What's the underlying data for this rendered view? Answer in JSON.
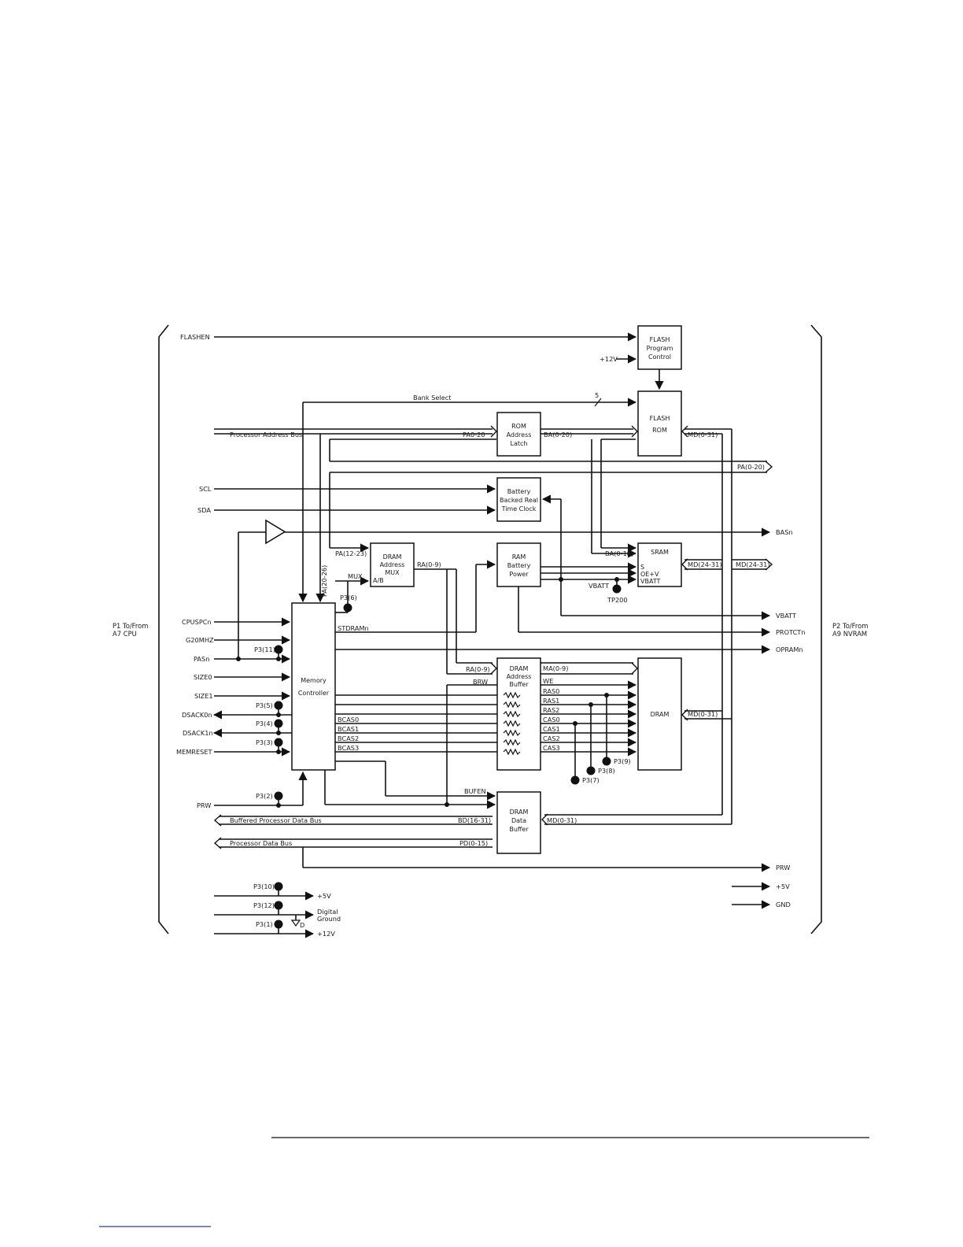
{
  "blocks": {
    "flash_program_control": [
      "FLASH",
      "Program",
      "Control"
    ],
    "flash_rom": [
      "FLASH",
      "ROM"
    ],
    "rom_address_latch": [
      "ROM",
      "Address",
      "Latch"
    ],
    "battery_backed_rtc": [
      "Battery",
      "Backed Real",
      "Time Clock"
    ],
    "dram_address_mux": [
      "DRAM",
      "Address",
      "MUX"
    ],
    "ram_battery_power": [
      "RAM",
      "Battery",
      "Power"
    ],
    "sram": [
      "SRAM"
    ],
    "sram_pins": [
      "S",
      "OE+V",
      "VBATT"
    ],
    "memory_controller": [
      "Memory",
      "Controller"
    ],
    "dram_address_buffer": [
      "DRAM",
      "Address",
      "Buffer"
    ],
    "dram": [
      "DRAM"
    ],
    "dram_data_buffer": [
      "DRAM",
      "Data",
      "Buffer"
    ]
  },
  "connectors": {
    "p1": [
      "P1 To/From",
      "A7 CPU"
    ],
    "p2": [
      "P2 To/From",
      "A9 NVRAM"
    ]
  },
  "left_signals": {
    "flashen": "FLASHEN",
    "scl": "SCL",
    "sda": "SDA",
    "cpuspcn": "CPUSPCn",
    "g20mhz": "G20MHZ",
    "pasn": "PASn",
    "size0": "SIZE0",
    "size1": "SIZE1",
    "dsack0n": "DSACK0n",
    "dsack1n": "DSACK1n",
    "memreset": "MEMRESET",
    "prw": "PRW"
  },
  "right_signals": {
    "pa_out": "PA(0-20)",
    "basn": "BASn",
    "md_out": "MD(24-31)",
    "vbatt": "VBATT",
    "protctn": "PROTCTn",
    "opramn": "OPRAMn",
    "prw": "PRW",
    "p5v": "+5V",
    "gnd": "GND"
  },
  "bus_labels": {
    "bank_select": "Bank Select",
    "bank_width": "5",
    "processor_address_bus": "Processor Address Bus",
    "pa0_20": "PA0-20",
    "ba0_20": "BA(0-20)",
    "md0_31_flash": "MD(0-31)",
    "pa12_23": "PA(12-23)",
    "ra0_9_mux": "RA(0-9)",
    "mux": "MUX",
    "ab": "A/B",
    "pa20_26": "PA(20-26)",
    "ba0_18": "BA(0-18)",
    "md24_31_sram": "MD(24-31)",
    "vbatt_tp": "VBATT",
    "tp200": "TP200",
    "p3_6": "P3(6)",
    "stdramn": "STDRAMn",
    "p3_11": "P3(11)",
    "p3_5": "P3(5)",
    "p3_4": "P3(4)",
    "p3_3": "P3(3)",
    "ra0_9_buf": "RA(0-9)",
    "ma0_9": "MA(0-9)",
    "brw": "BRW",
    "we": "WE",
    "ras0": "RAS0",
    "ras1": "RAS1",
    "ras2": "RAS2",
    "cas0": "CAS0",
    "cas1": "CAS1",
    "cas2": "CAS2",
    "cas3": "CAS3",
    "bcas0": "BCAS0",
    "bcas1": "BCAS1",
    "bcas2": "BCAS2",
    "bcas3": "BCAS3",
    "md0_31_dram": "MD(0-31)",
    "p3_9": "P3(9)",
    "p3_8": "P3(8)",
    "p3_7": "P3(7)",
    "p3_2": "P3(2)",
    "bufen": "BUFEN",
    "buffered_processor_data_bus": "Buffered Processor Data Bus",
    "bd16_31": "BD(16-31)",
    "md0_31_buf": "MD(0-31)",
    "processor_data_bus": "Processor Data Bus",
    "pd0_15": "PD(0-15)",
    "p3_10": "P3(10)",
    "p3_12": "P3(12)",
    "p3_1": "P3(1)",
    "p5v": "+5V",
    "digital_ground": [
      "Digital",
      "Ground"
    ],
    "p12v": "+12V",
    "p12v_flash": "+12V",
    "d_sym": "D"
  }
}
